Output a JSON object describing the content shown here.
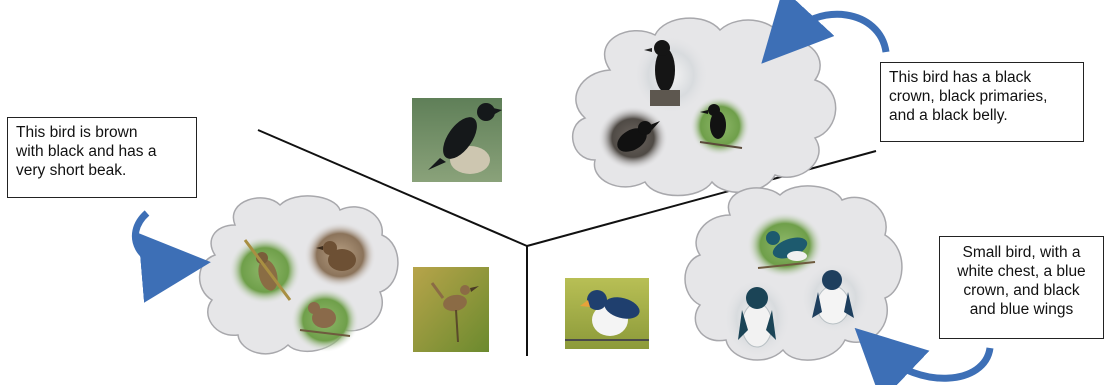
{
  "diagram": {
    "groups": [
      {
        "id": "crow",
        "caption": [
          "This bird has a black",
          "crown, black primaries,",
          "and a black belly."
        ],
        "main_image": "photo of a black bird perched on a branch",
        "cluster_images": [
          "black bird portrait",
          "black bird on stump",
          "black bird on twig"
        ]
      },
      {
        "id": "wren",
        "caption": [
          "This bird is brown",
          "with black and has a",
          "very short beak."
        ],
        "main_image": "photo of a small brown wren on a stem",
        "cluster_images": [
          "brown bird on reed",
          "brown bird in grass",
          "brown bird on branch"
        ]
      },
      {
        "id": "swallow",
        "caption": [
          "Small bird, with a",
          "white chest, a blue",
          "crown, and black",
          "and blue wings"
        ],
        "main_image": "photo of a blue and white swallow on a wire",
        "cluster_images": [
          "swallow on branch",
          "swallow front view",
          "swallow perched"
        ]
      }
    ],
    "colors": {
      "arrow": "#3d6fb6",
      "cloud_fill": "#e6e6e8",
      "cloud_stroke": "#a8a8ac",
      "divider": "#111111"
    }
  }
}
